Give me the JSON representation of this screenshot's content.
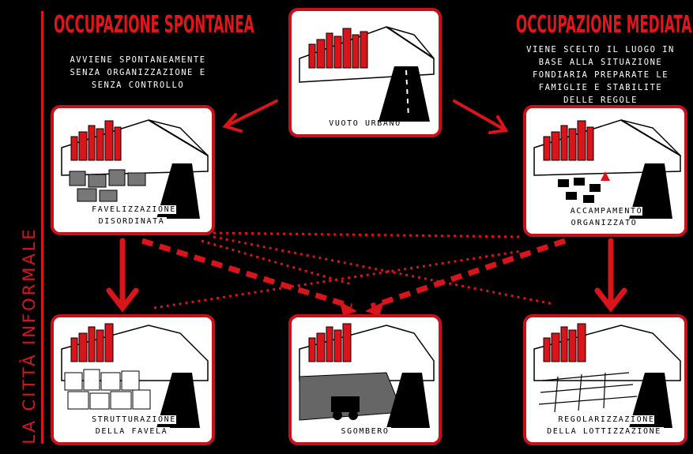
{
  "side_label": "LA CITTÀ INFORMALE",
  "left_heading": "OCCUPAZIONE SPONTANEA",
  "left_description": "AVVIENE SPONTANEAMENTE\nSENZA ORGANIZZAZIONE E\nSENZA CONTROLLO",
  "right_heading": "OCCUPAZIONE MEDIATA",
  "right_description": "VIENE SCELTO IL LUOGO IN\nBASE ALLA SITUAZIONE\nFONDIARIA PREPARATE LE\nFAMIGLIE E STABILITE\nDELLE REGOLE",
  "cards": {
    "vuoto": "VUOTO URBANO",
    "favelizzazione": "FAVELIZZAZIONE\nDISORDINATA",
    "accampamento": "ACCAMPAMENTO\nORGANIZZATO",
    "strutturazione": "STRUTTURAZIONE\nDELLA FAVELA",
    "sgombero": "SGOMBERO",
    "regolarizzazione": "REGOLARIZZAZIONE\nDELLA LOTTIZZAZIONE"
  },
  "colors": {
    "accent": "#d9141b",
    "background": "#000000",
    "card": "#ffffff"
  }
}
